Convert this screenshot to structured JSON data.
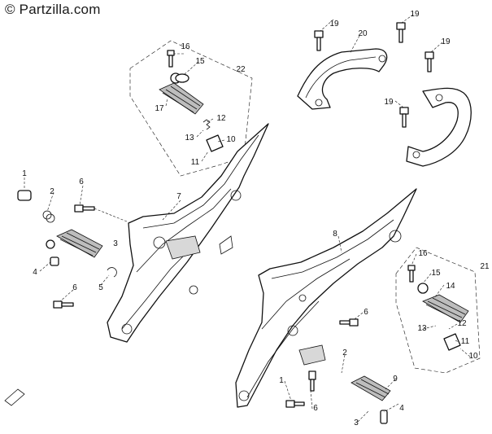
{
  "watermark": "© Partzilla.com",
  "callouts": [
    {
      "id": "c1a",
      "label": "1"
    },
    {
      "id": "c2a",
      "label": "2"
    },
    {
      "id": "c3a",
      "label": "3"
    },
    {
      "id": "c4a",
      "label": "4"
    },
    {
      "id": "c5a",
      "label": "5"
    },
    {
      "id": "c6a",
      "label": "6"
    },
    {
      "id": "c6b",
      "label": "6"
    },
    {
      "id": "c7",
      "label": "7"
    },
    {
      "id": "c8",
      "label": "8"
    },
    {
      "id": "c10a",
      "label": "10"
    },
    {
      "id": "c11a",
      "label": "11"
    },
    {
      "id": "c12a",
      "label": "12"
    },
    {
      "id": "c13a",
      "label": "13"
    },
    {
      "id": "c15a",
      "label": "15"
    },
    {
      "id": "c16a",
      "label": "16"
    },
    {
      "id": "c17",
      "label": "17"
    },
    {
      "id": "c22",
      "label": "22"
    },
    {
      "id": "c19a",
      "label": "19"
    },
    {
      "id": "c19b",
      "label": "19"
    },
    {
      "id": "c19c",
      "label": "19"
    },
    {
      "id": "c19d",
      "label": "19"
    },
    {
      "id": "c20",
      "label": "20"
    },
    {
      "id": "c16b",
      "label": "16"
    },
    {
      "id": "c15b",
      "label": "15"
    },
    {
      "id": "c14",
      "label": "14"
    },
    {
      "id": "c21",
      "label": "21"
    },
    {
      "id": "c13b",
      "label": "13"
    },
    {
      "id": "c12b",
      "label": "12"
    },
    {
      "id": "c11b",
      "label": "11"
    },
    {
      "id": "c10b",
      "label": "10"
    },
    {
      "id": "c6c",
      "label": "6"
    },
    {
      "id": "c2b",
      "label": "2"
    },
    {
      "id": "c1b",
      "label": "1"
    },
    {
      "id": "c6d",
      "label": "6"
    },
    {
      "id": "c9",
      "label": "9"
    },
    {
      "id": "c4b",
      "label": "4"
    },
    {
      "id": "c3b",
      "label": "3"
    }
  ]
}
